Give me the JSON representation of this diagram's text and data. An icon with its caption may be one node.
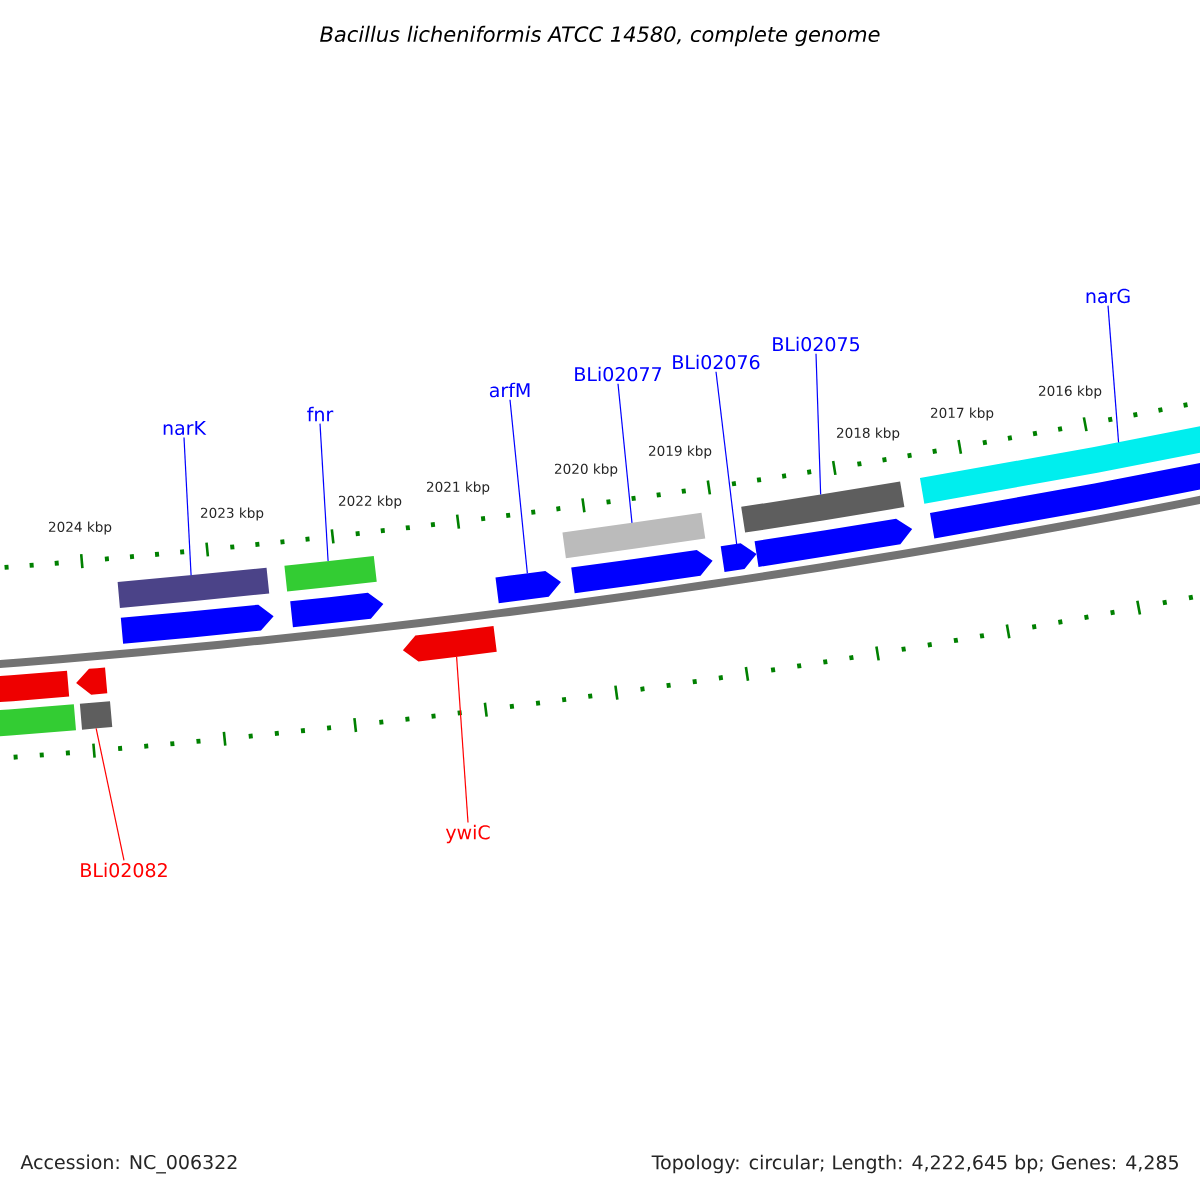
{
  "diagram": {
    "title": "Bacillus licheniformis ATCC 14580, complete genome",
    "nodes": [
      {
        "text": [
          "narK"
        ]
      },
      {
        "text": [
          "fnr"
        ]
      },
      {
        "text": [
          "arfM"
        ]
      },
      {
        "text": [
          "BLi02077"
        ]
      },
      {
        "text": [
          "BLi02076"
        ]
      },
      {
        "text": [
          "BLi02075"
        ]
      },
      {
        "text": [
          "narG"
        ]
      },
      {
        "text": [
          "BLi02082"
        ]
      },
      {
        "text": [
          "ywiC"
        ]
      },
      {
        "text": [],
        "shape": "bar"
      },
      {
        "text": [],
        "shape": "bar"
      },
      {
        "text": [],
        "shape": "bar"
      },
      {
        "text": [],
        "shape": "bar"
      },
      {
        "text": [],
        "shape": "bar"
      },
      {
        "text": [],
        "shape": "pentagon"
      },
      {
        "text": [],
        "shape": "pentagon"
      },
      {
        "text": [],
        "shape": "pentagon"
      },
      {
        "text": [],
        "shape": "pentagon"
      },
      {
        "text": [],
        "shape": "pentagon"
      },
      {
        "text": [],
        "shape": "pentagon"
      },
      {
        "text": [],
        "shape": "pentagon"
      },
      {
        "text": [],
        "shape": "pentagon"
      },
      {
        "text": [],
        "shape": "pentagon"
      },
      {
        "text": [],
        "shape": "pentagon"
      },
      {
        "text": [],
        "shape": "bar"
      },
      {
        "text": [],
        "shape": "bar"
      }
    ],
    "edges": [
      {
        "from": 0,
        "to": 9,
        "arrow": "none"
      },
      {
        "from": 1,
        "to": 10,
        "arrow": "none"
      },
      {
        "from": 2,
        "to": 16,
        "arrow": "none"
      },
      {
        "from": 3,
        "to": 11,
        "arrow": "none"
      },
      {
        "from": 4,
        "to": 18,
        "arrow": "none"
      },
      {
        "from": 5,
        "to": 12,
        "arrow": "none"
      },
      {
        "from": 6,
        "to": 13,
        "arrow": "none"
      },
      {
        "from": 7,
        "to": 25,
        "arrow": "none",
        "color": "#ff0000"
      },
      {
        "from": 8,
        "to": 23,
        "arrow": "none",
        "color": "#ff0000"
      }
    ],
    "labels": [
      "2024 kbp",
      "2023 kbp",
      "2022 kbp",
      "2021 kbp",
      "2020 kbp",
      "2019 kbp",
      "2018 kbp",
      "2017 kbp",
      "2016 kbp",
      "Accession: NC_006322",
      "Topology: circular; Length: 4,222,645 bp; Genes: 4,285"
    ]
  }
}
